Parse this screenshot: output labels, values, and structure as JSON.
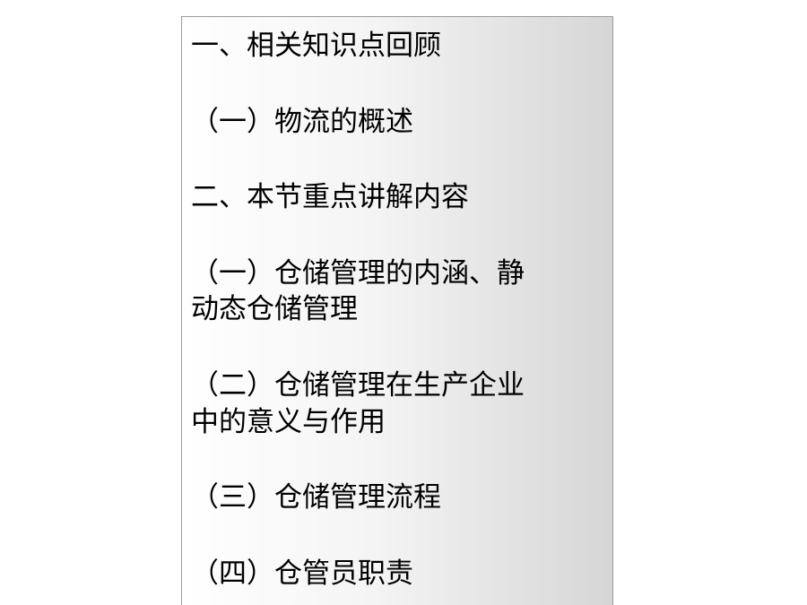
{
  "slide": {
    "lines": [
      " 一、相关知识点回顾",
      "  （一）物流的概述",
      "二、本节重点讲解内容",
      "  （一）仓储管理的内涵、静",
      "动态仓储管理",
      " （二）仓储管理在生产企业",
      "中的意义与作用",
      "  （三）仓储管理流程",
      "  （四）仓管员职责"
    ]
  }
}
